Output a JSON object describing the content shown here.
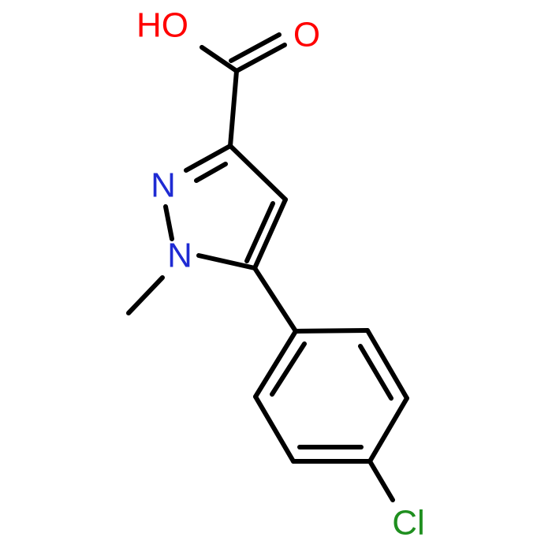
{
  "molecule": {
    "atoms": {
      "hydroxyl": {
        "text": "HO",
        "color": "#ff0000"
      },
      "carbonyl_oxygen": {
        "text": "O",
        "color": "#ff0000"
      },
      "pyrazole_n2": {
        "text": "N",
        "color": "#1f2bd3"
      },
      "pyrazole_n1": {
        "text": "N",
        "color": "#1f2bd3"
      },
      "chlorine": {
        "text": "Cl",
        "color": "#1f8f1f"
      }
    },
    "bond_color": "#000000",
    "background_color": "#ffffff"
  }
}
